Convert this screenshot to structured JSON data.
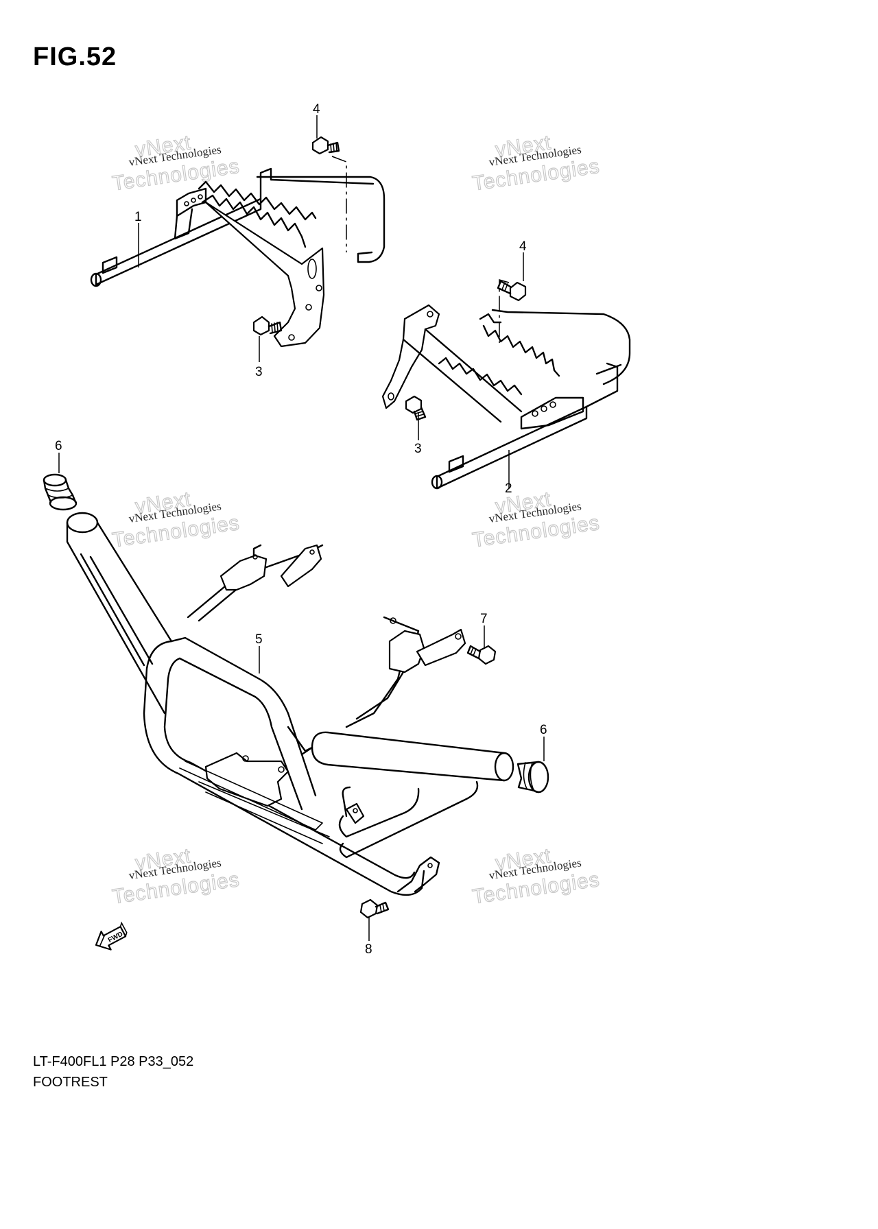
{
  "figure": {
    "title": "FIG.52"
  },
  "callouts": [
    "1",
    "2",
    "3",
    "3",
    "4",
    "4",
    "5",
    "6",
    "6",
    "7",
    "8"
  ],
  "watermarks": {
    "small_text": "vNext Technologies",
    "big_line1": "vNext",
    "big_line2": "Technologies"
  },
  "forward_arrow": {
    "label": "FWD",
    "icon": "fwd-arrow-icon"
  },
  "footer": {
    "code": "LT-F400FL1 P28 P33_052",
    "name": "FOOTREST"
  }
}
